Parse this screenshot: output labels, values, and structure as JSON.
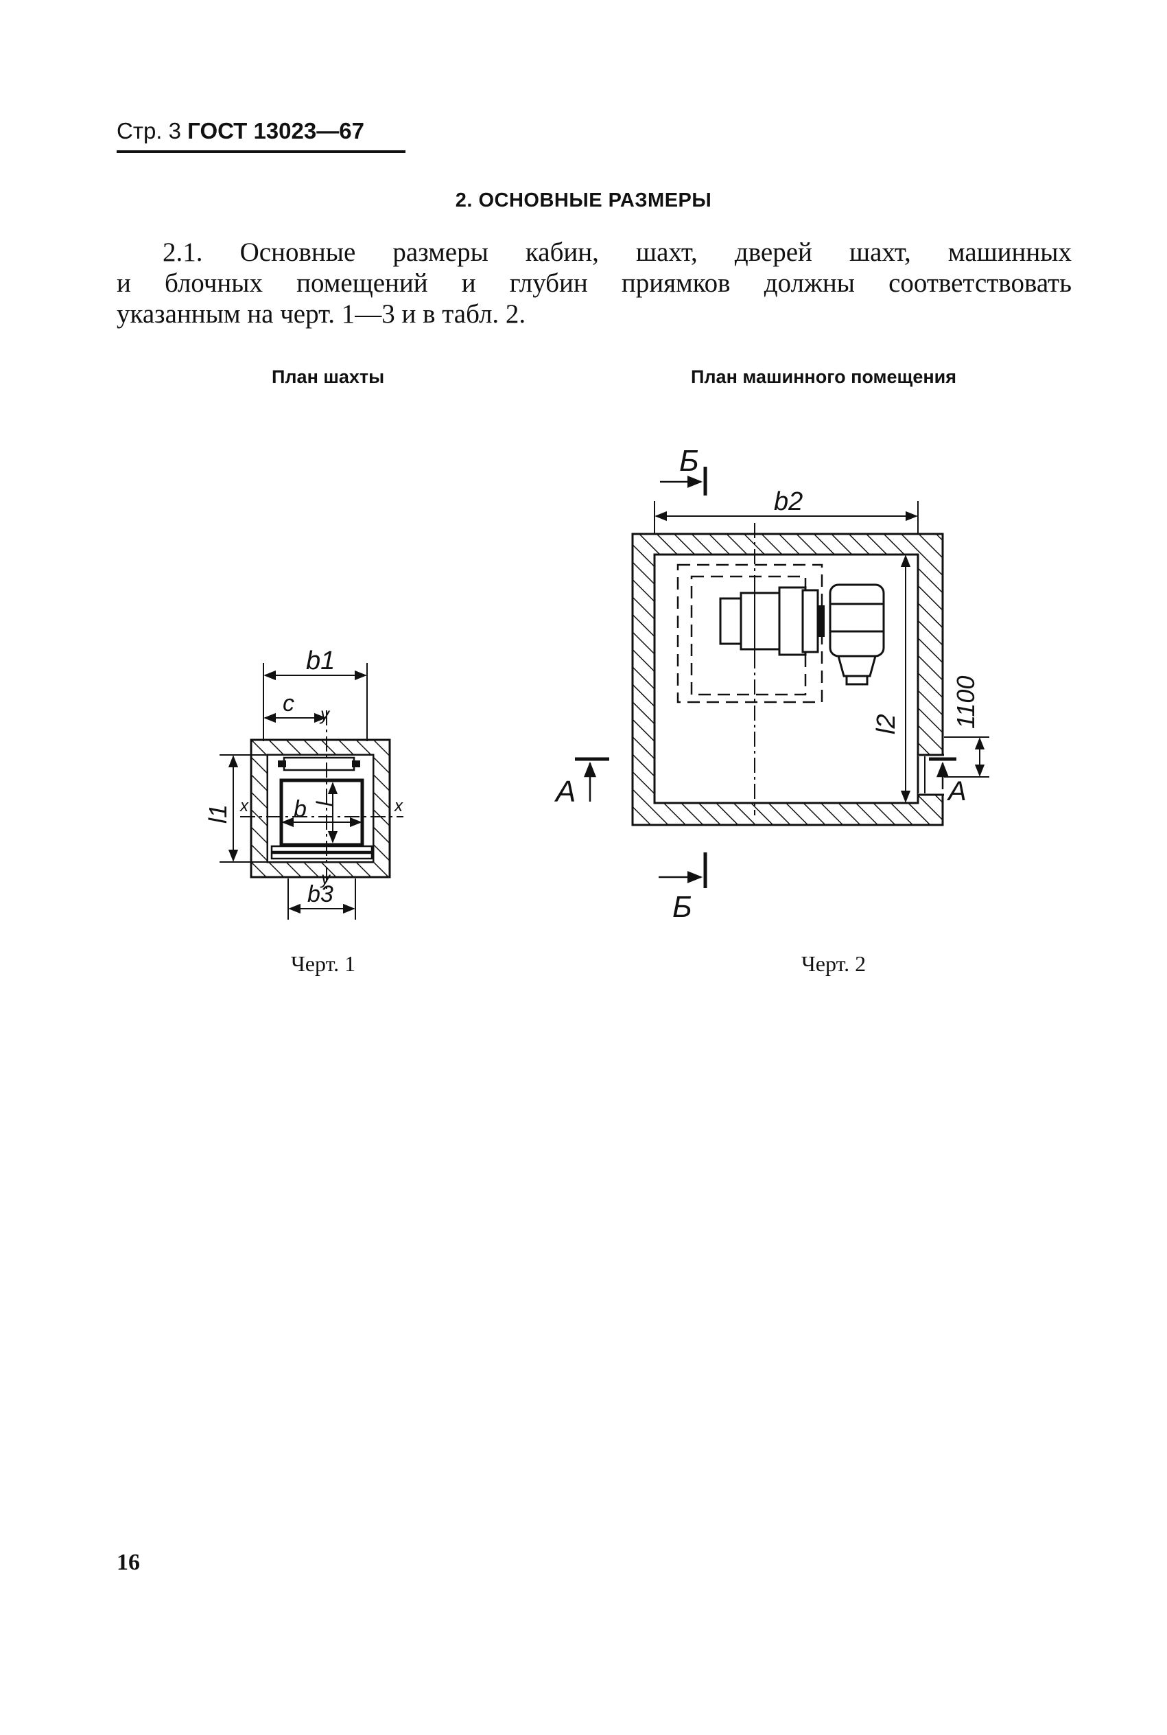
{
  "header": {
    "page": "Стр. 3",
    "code": "ГОСТ 13023—67"
  },
  "section": {
    "title": "2. ОСНОВНЫЕ РАЗМЕРЫ"
  },
  "paragraph": {
    "line1": "2.1. Основные размеры кабин, шахт, дверей шахт, машинных",
    "line2": "и блочных помещений и глубин приямков должны соответствовать",
    "line3": "указанным на черт. 1—3 и в табл. 2."
  },
  "figure1": {
    "title": "План шахты",
    "caption": "Черт. 1",
    "labels": {
      "b1": "b1",
      "c": "c",
      "y_top": "y",
      "l1": "l1",
      "l": "l",
      "b": "b",
      "x_left": "x",
      "x_right": "x",
      "y_bottom": "y",
      "b3": "b3"
    }
  },
  "figure2": {
    "title": "План машинного помещения",
    "caption": "Черт. 2",
    "labels": {
      "b_top": "Б",
      "b_bottom": "Б",
      "b2": "b2",
      "l2": "l2",
      "dim_1100": "1100",
      "a_left": "А",
      "a_right": "А"
    }
  },
  "page_number": "16"
}
